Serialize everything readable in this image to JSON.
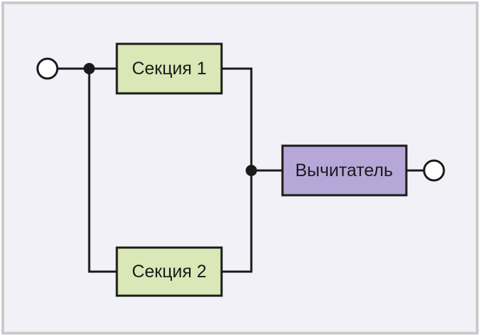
{
  "colors": {
    "background": "#f2f1f7",
    "frame": "#cbcbcb",
    "line": "#1a1a1a",
    "section_fill": "#d9e8b6",
    "subtractor_fill": "#b7a6d8",
    "terminal_fill": "#ffffff"
  },
  "blocks": {
    "section1": {
      "label": "Секция 1"
    },
    "section2": {
      "label": "Секция 2"
    },
    "subtractor": {
      "label": "Вычитатель"
    }
  }
}
